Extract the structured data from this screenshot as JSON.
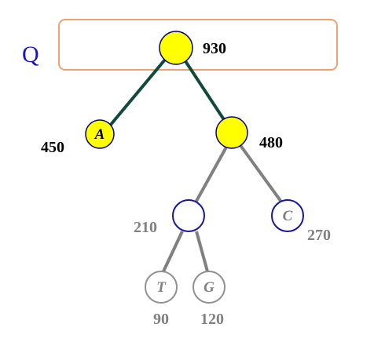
{
  "queue_label": "Q",
  "nodes": {
    "root": {
      "label": "",
      "value": "930"
    },
    "a": {
      "label": "A",
      "value": "450"
    },
    "n480": {
      "label": "",
      "value": "480"
    },
    "n210": {
      "label": "",
      "value": "210"
    },
    "c": {
      "label": "C",
      "value": "270"
    },
    "t": {
      "label": "T",
      "value": "90"
    },
    "g": {
      "label": "G",
      "value": "120"
    }
  },
  "colors": {
    "queue_border": "#f0a070",
    "queue_label": "#1515c8",
    "active_fill": "#ffff00",
    "active_border": "#00008b",
    "active_edge": "#0f4a3c",
    "inactive_edge": "#808080",
    "inactive_text": "#808080",
    "node_outline": "#1515a0",
    "leaf_outline": "#909090"
  }
}
